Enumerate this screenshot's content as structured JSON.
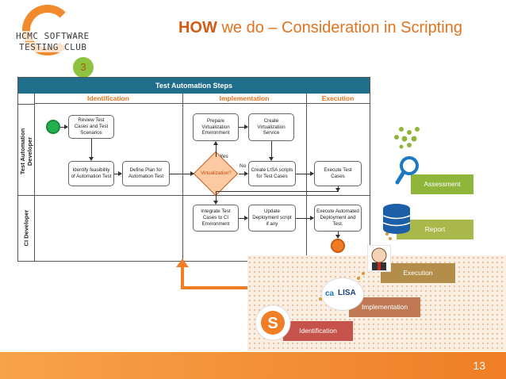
{
  "logo": {
    "line1": "HCMC SOFTWARE",
    "line2": "TESTING CLUB",
    "badge": "3"
  },
  "title": {
    "bold": "HOW",
    "rest": " we do – Consideration in Scripting"
  },
  "diagram": {
    "header": "Test Automation Steps",
    "phases": [
      "Identification",
      "Implementation",
      "Execution"
    ],
    "roles": [
      "Test Automation Developer",
      "CI Developer"
    ],
    "boxes": {
      "review": "Review Test Cases and Test Scenarios",
      "identify": "Identify feasibility of Automation Test",
      "plan": "Define Plan for Automation Test",
      "prepare": "Prepare Virtualization Environment",
      "create_virt": "Create Virtualization Service",
      "create_lisa": "Create LISA scripts for Test Cases",
      "execute": "Execute Test Cases",
      "integrate": "Integrate Test Cases to CI Environment",
      "update": "Update Deployment script if any",
      "exec_auto": "Execute Automated Deployment and Test."
    },
    "decision": "Virtualization?",
    "yes": "Yes",
    "no": "No"
  },
  "steps": [
    "Assessment",
    "Report",
    "Execution",
    "Implementation",
    "Identification"
  ],
  "tool_labels": {
    "ca": "ca",
    "lisa": "LISA"
  },
  "colors": {
    "accent": "#e2731f",
    "assessment": "#8fb53b",
    "report": "#a9b84a",
    "execution": "#b38d4a",
    "implementation": "#bf7a55",
    "identification": "#c5524b",
    "lane_header": "#1f6f8b"
  },
  "page_number": "13"
}
